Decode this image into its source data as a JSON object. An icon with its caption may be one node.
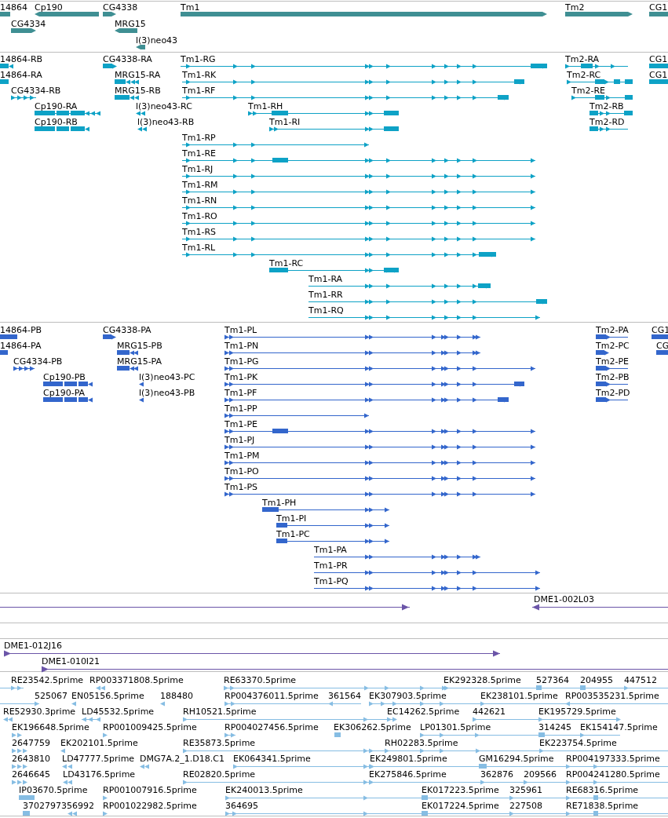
{
  "diagram": {
    "labels": [
      "14864",
      "Cp190",
      "CG4338",
      "Tm1",
      "Tm2",
      "CG1",
      "CG4334",
      "MRG15",
      "l(3)neo43",
      "14864-RB",
      "CG4338-RA",
      "Tm1-RG",
      "Tm2-RA",
      "CG1",
      "14864-RA",
      "MRG15-RA",
      "Tm1-RK",
      "Tm2-RC",
      "CG1",
      "CG4334-RB",
      "MRG15-RB",
      "Tm1-RF",
      "Tm2-RE",
      "Cp190-RA",
      "l(3)neo43-RC",
      "Tm1-RH",
      "Tm2-RB",
      "Cp190-RB",
      "l(3)neo43-RB",
      "Tm1-RI",
      "Tm2-RD",
      "Tm1-RP",
      "Tm1-RE",
      "Tm1-RJ",
      "Tm1-RM",
      "Tm1-RN",
      "Tm1-RO",
      "Tm1-RS",
      "Tm1-RL",
      "Tm1-RC",
      "Tm1-RA",
      "Tm1-RR",
      "Tm1-RQ",
      "14864-PB",
      "CG4338-PA",
      "Tm1-PL",
      "Tm2-PA",
      "CG1",
      "14864-PA",
      "MRG15-PB",
      "Tm1-PN",
      "Tm2-PC",
      "CG",
      "CG4334-PB",
      "MRG15-PA",
      "Tm1-PG",
      "Tm2-PE",
      "Cp190-PB",
      "l(3)neo43-PC",
      "Tm1-PK",
      "Tm2-PB",
      "Cp190-PA",
      "l(3)neo43-PB",
      "Tm1-PF",
      "Tm2-PD",
      "Tm1-PP",
      "Tm1-PE",
      "Tm1-PJ",
      "Tm1-PM",
      "Tm1-PO",
      "Tm1-PS",
      "Tm1-PH",
      "Tm1-PI",
      "Tm1-PC",
      "Tm1-PA",
      "Tm1-PR",
      "Tm1-PQ",
      "DME1-002L03",
      "DME1-012J16",
      "DME1-010I21",
      "RE23542.5prime",
      "RP003371808.5prime",
      "RE63370.5prime",
      "EK292328.5prime",
      "527364",
      "204955",
      "447512",
      "525067",
      "EN05156.5prime",
      "188480",
      "RP004376011.5prime",
      "361564",
      "EK307903.5prime",
      "EK238101.5prime",
      "RP003535231.5prime",
      "RE52930.3prime",
      "LD45532.5prime",
      "RH10521.5prime",
      "EC14262.5prime",
      "442621",
      "EK195729.5prime",
      "EK196648.5prime",
      "RP001009425.5prime",
      "RP004027456.5prime",
      "EK306262.5prime",
      "LP01301.5prime",
      "314245",
      "EK154147.5prime",
      "2647759",
      "EK202101.5prime",
      "RE35873.5prime",
      "RH02283.5prime",
      "EK223754.5prime",
      "2643810",
      "LD47777.5prime",
      "DMG7A.2_1.D18.C1",
      "EK064341.5prime",
      "EK249801.5prime",
      "GM16294.5prime",
      "RP004197333.5prime",
      "2646645",
      "LD43176.5prime",
      "RE02820.5prime",
      "EK275846.5prime",
      "362876",
      "209566",
      "RP004241280.5prime",
      "IP03670.5prime",
      "RP001007916.5prime",
      "EK240013.5prime",
      "EK017223.5prime",
      "325961",
      "RE68316.5prime",
      "3702797",
      "356992",
      "RP001022982.5prime",
      "364695",
      "EK017224.5prime",
      "227508",
      "RE71838.5prime"
    ]
  }
}
